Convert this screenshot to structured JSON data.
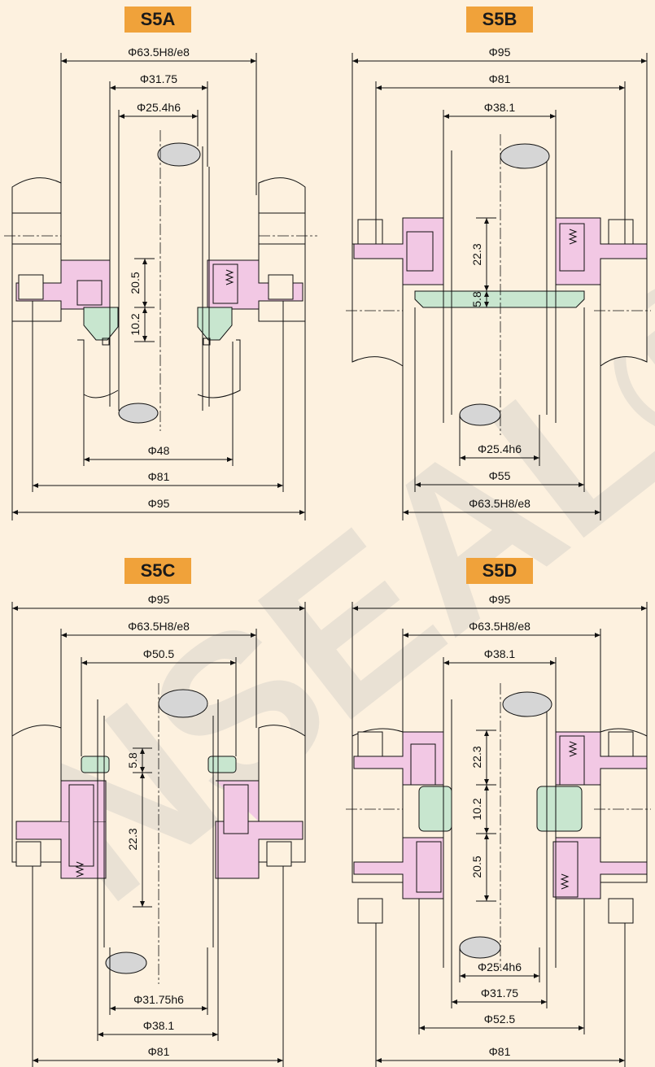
{
  "watermark": "NSEAL®",
  "panels": {
    "s5a": {
      "title": "S5A",
      "dims": {
        "d1": "Φ63.5H8/e8",
        "d2": "Φ31.75",
        "d3": "Φ25.4h6",
        "v1": "20.5",
        "v2": "10.2",
        "b1": "Φ48",
        "b2": "Φ81",
        "b3": "Φ95"
      }
    },
    "s5b": {
      "title": "S5B",
      "dims": {
        "d1": "Φ95",
        "d2": "Φ81",
        "d3": "Φ38.1",
        "v1": "22.3",
        "v2": "5.8",
        "b1": "Φ25.4h6",
        "b2": "Φ55",
        "b3": "Φ63.5H8/e8"
      }
    },
    "s5c": {
      "title": "S5C",
      "dims": {
        "d1": "Φ95",
        "d2": "Φ63.5H8/e8",
        "d3": "Φ50.5",
        "v1": "5.8",
        "v2": "22.3",
        "b1": "Φ31.75h6",
        "b2": "Φ38.1",
        "b3": "Φ81"
      }
    },
    "s5d": {
      "title": "S5D",
      "dims": {
        "d1": "Φ95",
        "d2": "Φ63.5H8/e8",
        "d3": "Φ38.1",
        "v1": "22.3",
        "v2": "10.2",
        "v3": "20.5",
        "b1": "Φ25.4h6",
        "b2": "Φ31.75",
        "b3": "Φ52.5",
        "b4": "Φ81"
      }
    }
  },
  "colors": {
    "background": "#fdf1df",
    "title_box": "#f0a23a",
    "housing": "#f2c8e4",
    "seal_ring": "#c8e6cf",
    "shaft_end": "#d6d6d6",
    "line": "#111111"
  }
}
